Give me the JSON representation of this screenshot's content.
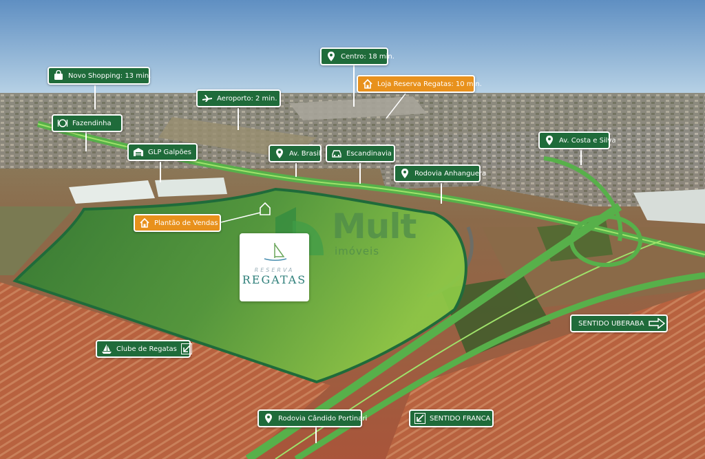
{
  "labels": {
    "novo_shopping": "Novo Shopping: 13 min.",
    "centro": "Centro: 18 min.",
    "loja": "Loja Reserva Regatas: 10 min.",
    "aeroporto": "Aeroporto: 2 min.",
    "fazendinha": "Fazendinha",
    "glp": "GLP Galpões",
    "av_brasil": "Av. Brasil",
    "escandinavia": "Escandinavia",
    "rodovia_anhanguera": "Rodovia Anhanguera",
    "av_costa": "Av. Costa e Silva",
    "plantao": "Plantão de Vendas",
    "clube": "Clube de Regatas",
    "sentido_uberaba": "SENTIDO UBERABA",
    "rodovia_candido": "Rodovia Cândido Portinari",
    "sentido_franca": "SENTIDO FRANCA"
  },
  "logo": {
    "line1": "RESERVA",
    "line2": "REGATAS"
  },
  "watermark": {
    "word": "Mult",
    "sub": "imóveis"
  },
  "colors": {
    "tag_green": "#1f6b3a",
    "tag_orange": "#e8911c",
    "plot_green": "#5aa84a",
    "soil": "#a9553a"
  },
  "icons": {
    "novo_shopping": "shopping-bag-icon",
    "centro": "map-pin-icon",
    "loja": "house-icon",
    "aeroporto": "airplane-icon",
    "fazendinha": "plate-cutlery-icon",
    "glp": "warehouse-icon",
    "av_brasil": "map-pin-icon",
    "escandinavia": "car-icon",
    "rodovia_anhanguera": "map-pin-icon",
    "av_costa": "map-pin-icon",
    "plantao": "house-icon",
    "clube": "sailboat-icon",
    "sentido_uberaba": "arrow-right-icon",
    "rodovia_candido": "map-pin-icon",
    "sentido_franca": "arrow-down-left-icon"
  }
}
